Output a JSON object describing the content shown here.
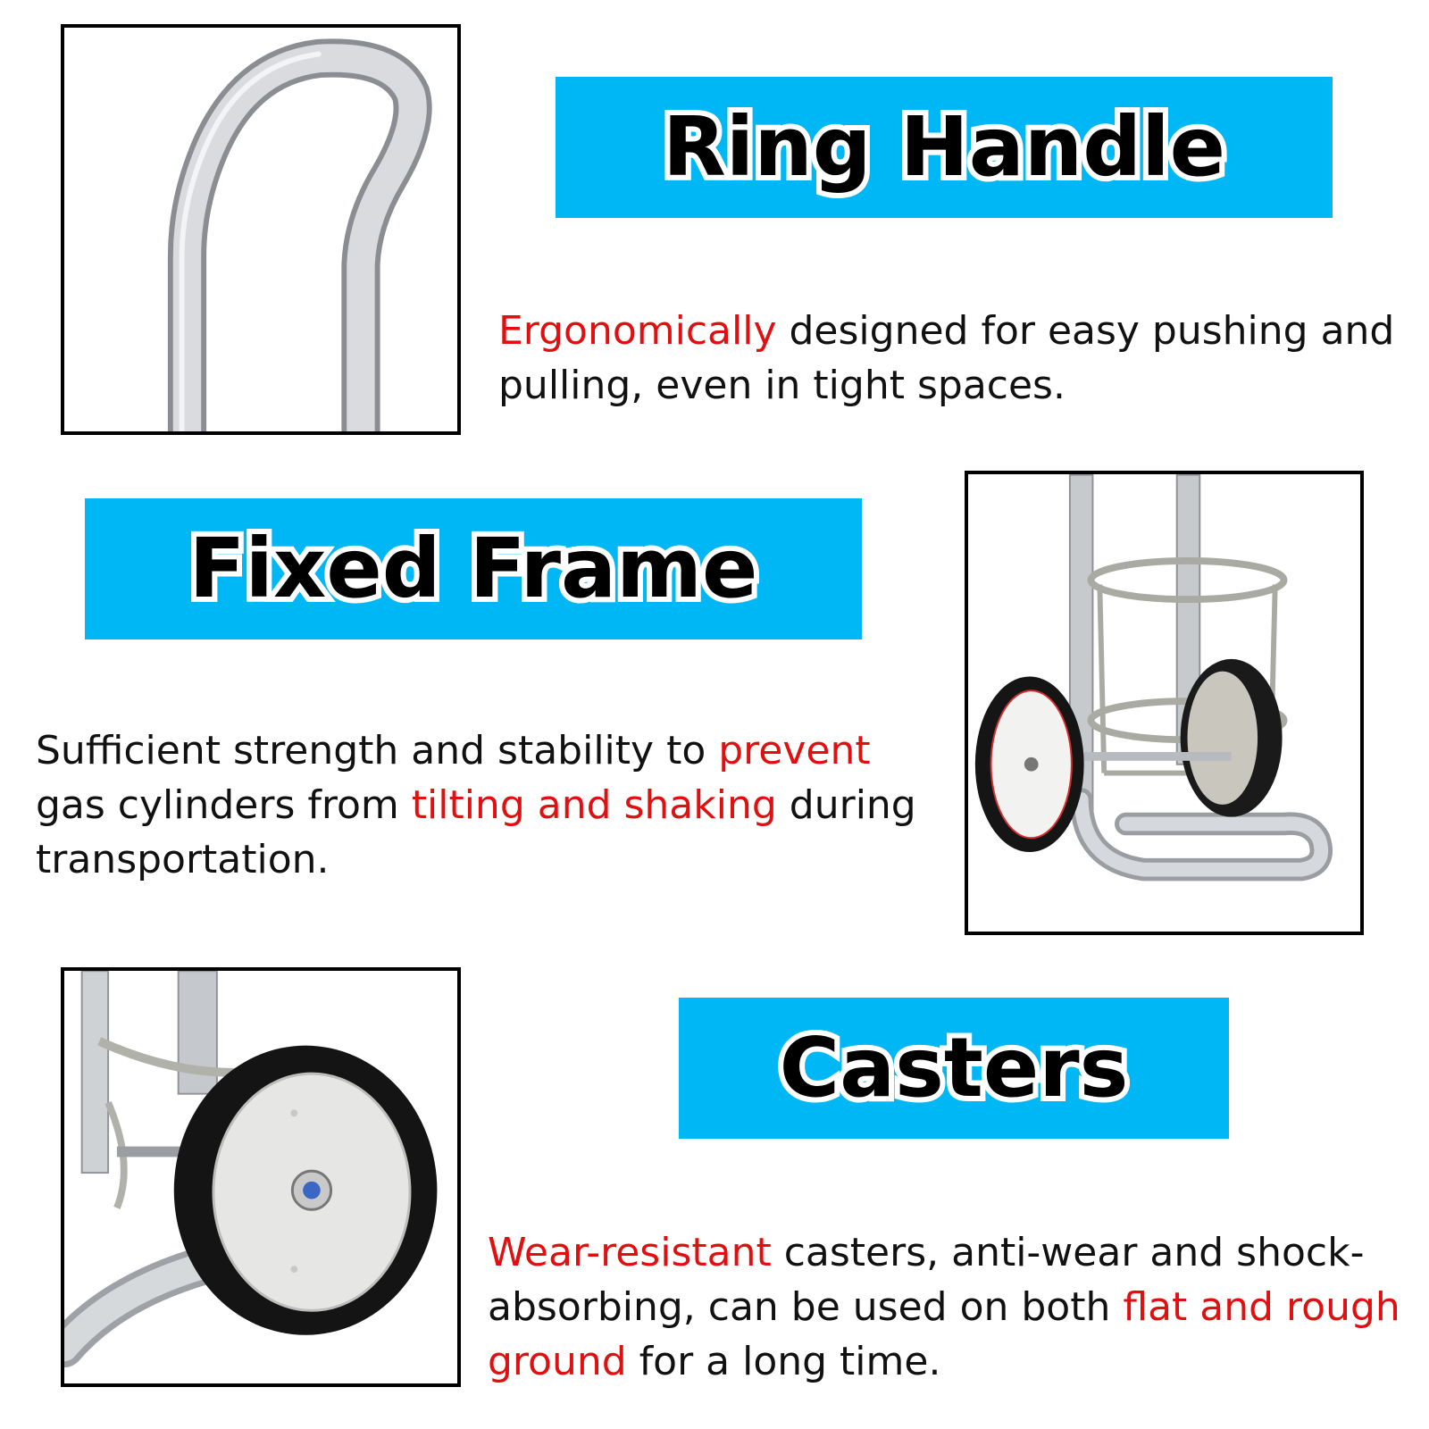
{
  "colors": {
    "banner": "#00b7f5",
    "highlight": "#e01010",
    "text": "#111111",
    "frame_border": "#000000"
  },
  "sections": [
    {
      "title": "Ring Handle",
      "description": [
        {
          "text": "Ergonomically",
          "highlight": true
        },
        {
          "text": " designed for easy pushing and pulling, even in tight spaces.",
          "highlight": false
        }
      ]
    },
    {
      "title": "Fixed Frame",
      "description": [
        {
          "text": "Sufficient strength and stability to ",
          "highlight": false
        },
        {
          "text": "prevent",
          "highlight": true
        },
        {
          "text": " gas cylinders from ",
          "highlight": false
        },
        {
          "text": "tilting and shaking",
          "highlight": true
        },
        {
          "text": " during transportation.",
          "highlight": false
        }
      ]
    },
    {
      "title": "Casters",
      "description": [
        {
          "text": "Wear-resistant",
          "highlight": true
        },
        {
          "text": " casters, anti-wear and shock-absorbing, can be used on both ",
          "highlight": false
        },
        {
          "text": "flat and rough ground",
          "highlight": true
        },
        {
          "text": " for a long time.",
          "highlight": false
        }
      ]
    }
  ]
}
